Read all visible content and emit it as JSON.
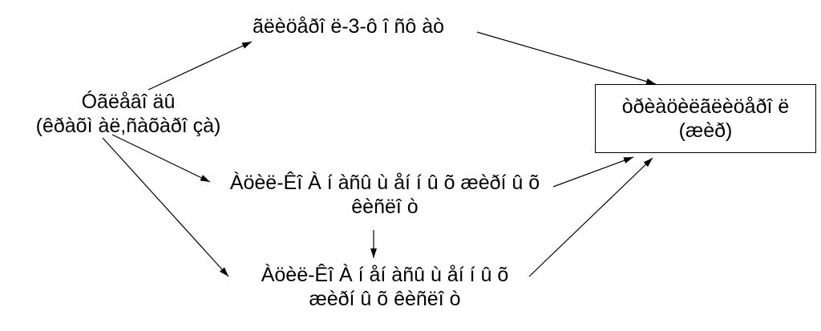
{
  "nodes": {
    "glycerol": {
      "lines": [
        "ãëèöåðî ë-3-ô î ñô àò"
      ]
    },
    "carbohydrates": {
      "lines": [
        "Óãëåâî äû",
        "(êðàõì àë,ñàõàðî çà)"
      ]
    },
    "saturated_acylcoa": {
      "lines": [
        "Àöèë-Êî À í àñû ù åí í û õ æèðí û õ",
        "êèñëî ò"
      ]
    },
    "unsaturated_acylcoa": {
      "lines": [
        "Àöèë-Êî À  í åí àñû ù åí í û õ",
        "æèðí û õ êèñëî ò"
      ]
    },
    "triacylglycerol": {
      "lines": [
        "òðèàöèëãëèöåðî ë",
        "(æèð)"
      ]
    }
  },
  "edges": [
    {
      "from": "carbohydrates",
      "to": "glycerol"
    },
    {
      "from": "carbohydrates",
      "to": "saturated_acylcoa"
    },
    {
      "from": "carbohydrates",
      "to": "unsaturated_acylcoa"
    },
    {
      "from": "glycerol",
      "to": "triacylglycerol"
    },
    {
      "from": "saturated_acylcoa",
      "to": "triacylglycerol"
    },
    {
      "from": "saturated_acylcoa",
      "to": "unsaturated_acylcoa"
    },
    {
      "from": "unsaturated_acylcoa",
      "to": "triacylglycerol"
    }
  ],
  "colors": {
    "line": "#000000",
    "background": "#ffffff"
  }
}
